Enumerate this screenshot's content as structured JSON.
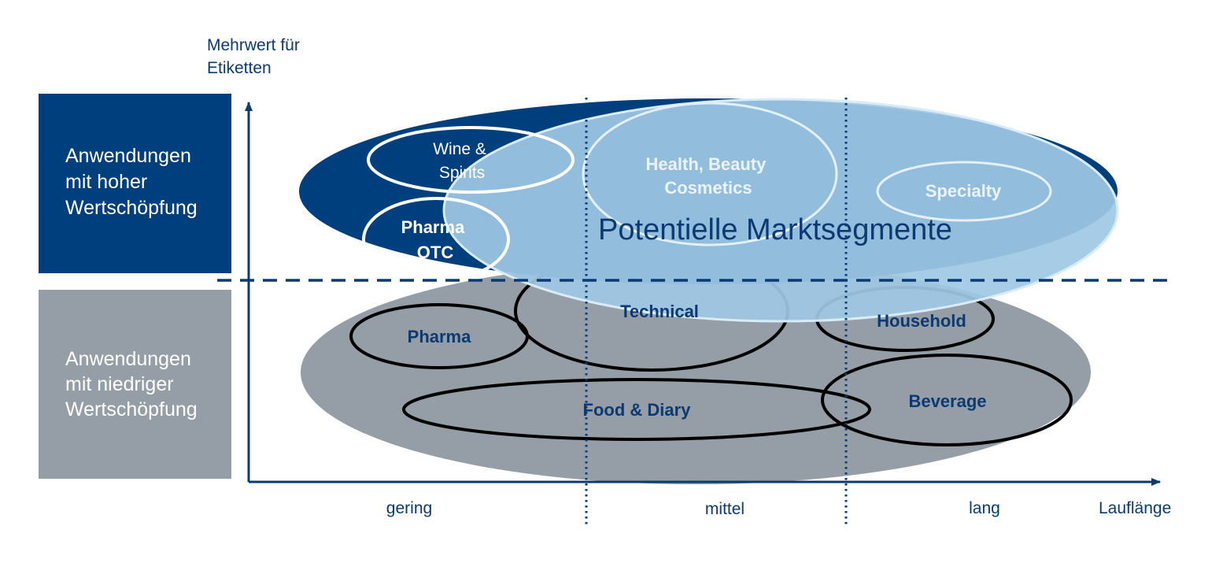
{
  "y_axis_title": [
    "Mehrwert für",
    "Etiketten"
  ],
  "x_axis_title": "Lauflänge",
  "x_ticks": [
    "gering",
    "mittel",
    "lang"
  ],
  "category_high": [
    "Anwendungen",
    "mit hoher",
    "Wertschöpfung"
  ],
  "category_low": [
    "Anwendungen",
    "mit niedriger",
    "Wertschöpfung"
  ],
  "potential_label": "Potentielle Marktsegmente",
  "segments": {
    "wine": [
      "Wine &",
      "Spirits"
    ],
    "pharma_otc": [
      "Pharma",
      "OTC"
    ],
    "health": [
      "Health, Beauty",
      "Cosmetics"
    ],
    "specialty": "Specialty",
    "pharma": "Pharma",
    "technical": "Technical",
    "household": "Household",
    "food": "Food & Diary",
    "beverage": "Beverage"
  },
  "colors": {
    "navy": "#003f7d",
    "grey": "#959ea6",
    "light_blue": "#9fc8e4",
    "text_navy": "#0b3a73"
  }
}
